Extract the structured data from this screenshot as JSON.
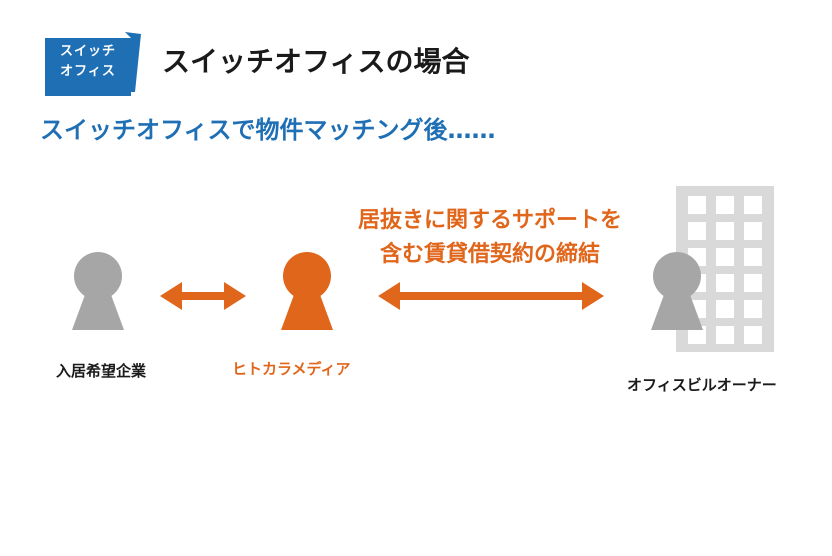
{
  "badge": {
    "line1": "スイッチ",
    "line2": "オフィス"
  },
  "header": {
    "title": "スイッチオフィスの場合"
  },
  "subtitle": "スイッチオフィスで物件マッチング後……",
  "support": {
    "line1": "居抜きに関するサポートを",
    "line2": "含む賃貸借契約の締結"
  },
  "actors": {
    "tenant": "入居希望企業",
    "hito": "ヒトカラメディア",
    "owner": "オフィスビルオーナー"
  },
  "colors": {
    "brand_blue": "#1f6fb5",
    "accent_orange": "#e0661c",
    "gray": "#a6a6a6",
    "building_gray": "#d9d9d9"
  }
}
